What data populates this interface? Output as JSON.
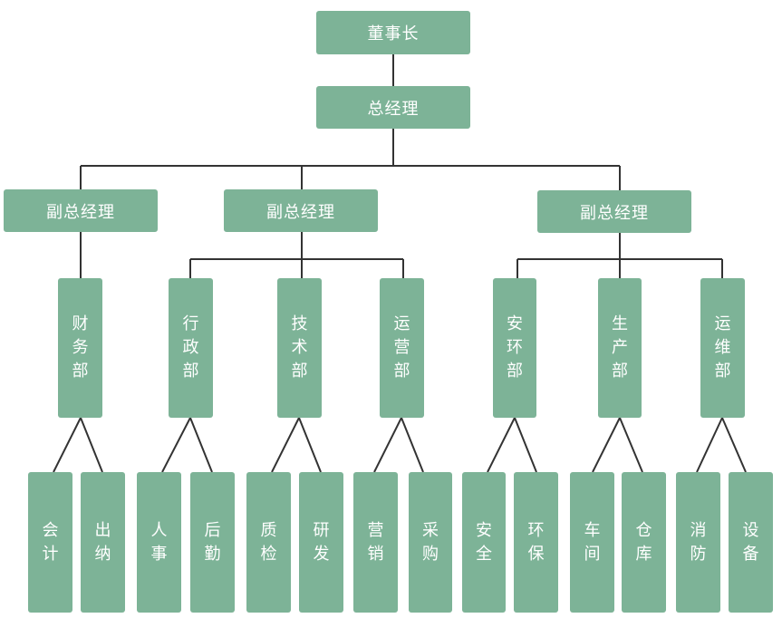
{
  "chairman": "董事长",
  "general_manager": "总经理",
  "vice_managers": [
    "副总经理",
    "副总经理",
    "副总经理"
  ],
  "departments": [
    {
      "name": "财务部",
      "subs": [
        "会计",
        "出纳"
      ]
    },
    {
      "name": "行政部",
      "subs": [
        "人事",
        "后勤"
      ]
    },
    {
      "name": "技术部",
      "subs": [
        "质检",
        "研发"
      ]
    },
    {
      "name": "运营部",
      "subs": [
        "营销",
        "采购"
      ]
    },
    {
      "name": "安环部",
      "subs": [
        "安全",
        "环保"
      ]
    },
    {
      "name": "生产部",
      "subs": [
        "车间",
        "仓库"
      ]
    },
    {
      "name": "运维部",
      "subs": [
        "消防",
        "设备"
      ]
    }
  ],
  "colors": {
    "box": "#7db397",
    "text": "#ffffff",
    "line": "#333333"
  }
}
